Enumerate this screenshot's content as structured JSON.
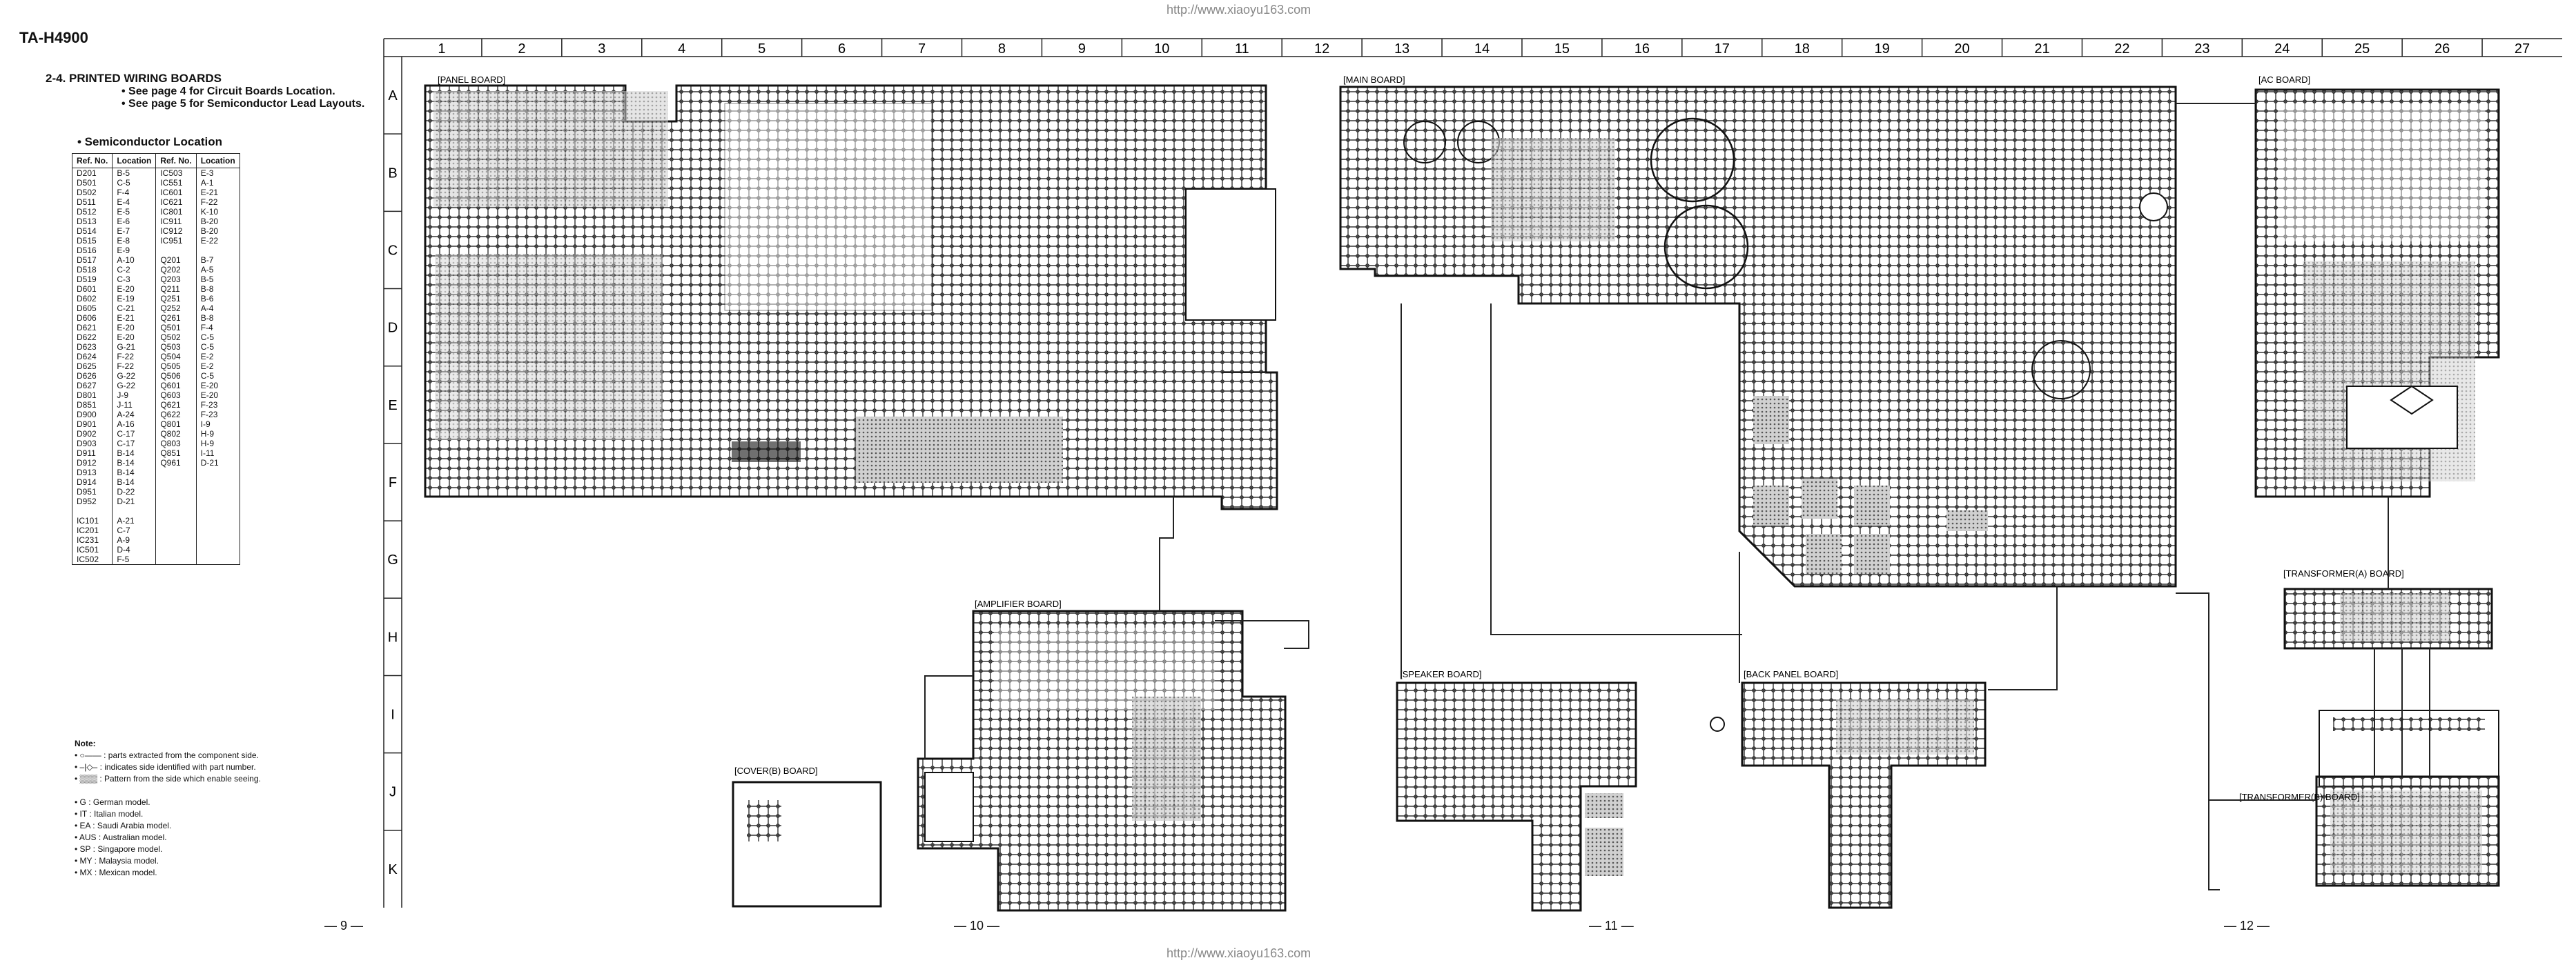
{
  "header": {
    "model": "TA-H4900",
    "watermark_top": "http://www.xiaoyu163.com",
    "watermark_bottom": "http://www.xiaoyu163.com"
  },
  "section": {
    "title": "2-4. PRINTED WIRING BOARDS",
    "lines": [
      "• See page 4 for Circuit Boards Location.",
      "• See page 5 for Semiconductor Lead Layouts."
    ]
  },
  "semiconductor": {
    "title": "• Semiconductor Location",
    "columns": [
      "Ref. No.",
      "Location",
      "Ref. No.",
      "Location"
    ],
    "rows": [
      [
        "D201",
        "B-5",
        "IC503",
        "E-3"
      ],
      [
        "D501",
        "C-5",
        "IC551",
        "A-1"
      ],
      [
        "D502",
        "F-4",
        "IC601",
        "E-21"
      ],
      [
        "D511",
        "E-4",
        "IC621",
        "F-22"
      ],
      [
        "D512",
        "E-5",
        "IC801",
        "K-10"
      ],
      [
        "D513",
        "E-6",
        "IC911",
        "B-20"
      ],
      [
        "D514",
        "E-7",
        "IC912",
        "B-20"
      ],
      [
        "D515",
        "E-8",
        "IC951",
        "E-22"
      ],
      [
        "D516",
        "E-9",
        "",
        ""
      ],
      [
        "D517",
        "A-10",
        "Q201",
        "B-7"
      ],
      [
        "D518",
        "C-2",
        "Q202",
        "A-5"
      ],
      [
        "D519",
        "C-3",
        "Q203",
        "B-5"
      ],
      [
        "D601",
        "E-20",
        "Q211",
        "B-8"
      ],
      [
        "D602",
        "E-19",
        "Q251",
        "B-6"
      ],
      [
        "D605",
        "C-21",
        "Q252",
        "A-4"
      ],
      [
        "D606",
        "E-21",
        "Q261",
        "B-8"
      ],
      [
        "D621",
        "E-20",
        "Q501",
        "F-4"
      ],
      [
        "D622",
        "E-20",
        "Q502",
        "C-5"
      ],
      [
        "D623",
        "G-21",
        "Q503",
        "C-5"
      ],
      [
        "D624",
        "F-22",
        "Q504",
        "E-2"
      ],
      [
        "D625",
        "F-22",
        "Q505",
        "E-2"
      ],
      [
        "D626",
        "G-22",
        "Q506",
        "C-5"
      ],
      [
        "D627",
        "G-22",
        "Q601",
        "E-20"
      ],
      [
        "D801",
        "J-9",
        "Q603",
        "E-20"
      ],
      [
        "D851",
        "J-11",
        "Q621",
        "F-23"
      ],
      [
        "D900",
        "A-24",
        "Q622",
        "F-23"
      ],
      [
        "D901",
        "A-16",
        "Q801",
        "I-9"
      ],
      [
        "D902",
        "C-17",
        "Q802",
        "H-9"
      ],
      [
        "D903",
        "C-17",
        "Q803",
        "H-9"
      ],
      [
        "D911",
        "B-14",
        "Q851",
        "I-11"
      ],
      [
        "D912",
        "B-14",
        "Q961",
        "D-21"
      ],
      [
        "D913",
        "B-14",
        "",
        ""
      ],
      [
        "D914",
        "B-14",
        "",
        ""
      ],
      [
        "D951",
        "D-22",
        "",
        ""
      ],
      [
        "D952",
        "D-21",
        "",
        ""
      ],
      [
        "",
        "",
        "",
        ""
      ],
      [
        "IC101",
        "A-21",
        "",
        ""
      ],
      [
        "IC201",
        "C-7",
        "",
        ""
      ],
      [
        "IC231",
        "A-9",
        "",
        ""
      ],
      [
        "IC501",
        "D-4",
        "",
        ""
      ],
      [
        "IC502",
        "F-5",
        "",
        ""
      ]
    ]
  },
  "notes": {
    "title": "Note:",
    "items": [
      "•  ○—— : parts extracted from the component side.",
      "•  –|◇– : indicates side identified with part number.",
      "•  ▒▒▒ : Pattern from the side which enable seeing.",
      "",
      "•  G     : German model.",
      "•  IT    : Italian model.",
      "•  EA   : Saudi Arabia model.",
      "•  AUS : Australian model.",
      "•  SP   : Singapore model.",
      "•  MY  : Malaysia model.",
      "•  MX  : Mexican model."
    ]
  },
  "grid": {
    "columns": [
      "1",
      "2",
      "3",
      "4",
      "5",
      "6",
      "7",
      "8",
      "9",
      "10",
      "11",
      "12",
      "13",
      "14",
      "15",
      "16",
      "17",
      "18",
      "19",
      "20",
      "21",
      "22",
      "23",
      "24",
      "25",
      "26",
      "27"
    ],
    "rows": [
      "A",
      "B",
      "C",
      "D",
      "E",
      "F",
      "G",
      "H",
      "I",
      "J",
      "K"
    ]
  },
  "boards": {
    "panel": "[PANEL BOARD]",
    "main": "[MAIN BOARD]",
    "ac": "[AC BOARD]",
    "amplifier": "[AMPLIFIER BOARD]",
    "cover": "[COVER(B) BOARD]",
    "speaker": "[SPEAKER BOARD]",
    "back_panel": "[BACK PANEL BOARD]",
    "transformer_a": "[TRANSFORMER(A) BOARD]",
    "transformer_b": "[TRANSFORMER(B) BOARD]"
  },
  "pages": [
    "— 9 —",
    "— 10 —",
    "— 11 —",
    "— 12 —"
  ],
  "colors": {
    "ink": "#111111",
    "trace": "#1a1a1a",
    "pattern": "#9a9a9a",
    "bg": "#ffffff"
  }
}
